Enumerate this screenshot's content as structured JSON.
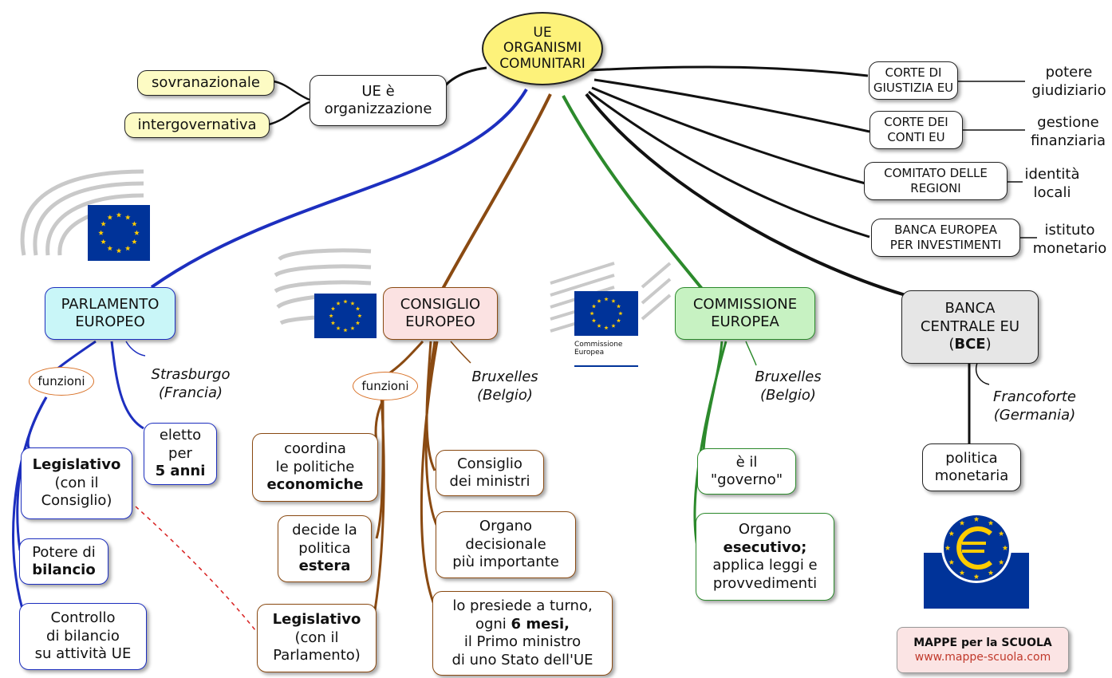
{
  "root": {
    "line1": "UE",
    "line2": "ORGANISMI",
    "line3": "COMUNITARI"
  },
  "ue_org": {
    "label": "UE è\norganizzazione",
    "types": [
      "sovranazionale",
      "intergovernativa"
    ]
  },
  "organs": [
    {
      "name": "CORTE DI\nGIUSTIZIA EU",
      "desc": "potere\ngiudiziario"
    },
    {
      "name": "CORTE DEI\nCONTI EU",
      "desc": "gestione\nfinanziaria"
    },
    {
      "name": "COMITATO DELLE\nREGIONI",
      "desc": "identità\nlocali"
    },
    {
      "name": "BANCA EUROPEA\nPER INVESTIMENTI",
      "desc": "istituto\nmonetario"
    }
  ],
  "parlamento": {
    "title": "PARLAMENTO\nEUROPEO",
    "funzioni": "funzioni",
    "sede": "Strasburgo\n(Francia)",
    "eletto": "eletto\nper",
    "eletto_bold": "5 anni",
    "f1_bold": "Legislativo",
    "f1_rest": "(con il\nConsiglio)",
    "f2_text": "Potere di",
    "f2_bold": "bilancio",
    "f3": "Controllo\ndi bilancio\nsu attività UE"
  },
  "consiglio": {
    "title": "CONSIGLIO\nEUROPEO",
    "funzioni": "funzioni",
    "sede": "Bruxelles\n(Belgio)",
    "coord_text": "coordina\nle politiche",
    "coord_bold": "economiche",
    "decide_text": "decide la\npolitica",
    "decide_bold": "estera",
    "leg_bold": "Legislativo",
    "leg_rest": "(con il\nParlamento)",
    "ministri": "Consiglio\ndei ministri",
    "organo": "Organo\ndecisionale\npiù importante",
    "presiede_1": "lo presiede a turno,",
    "presiede_2": "ogni",
    "presiede_bold": "6 mesi,",
    "presiede_3": "il Primo ministro\ndi uno Stato dell'UE"
  },
  "commissione": {
    "title": "COMMISSIONE\nEUROPEA",
    "sede": "Bruxelles\n(Belgio)",
    "governo": "è il\n\"governo\"",
    "org_1": "Organo",
    "org_bold": "esecutivo;",
    "org_2": "applica leggi e\nprovvedimenti",
    "logo_text": "Commissione\nEuropea"
  },
  "bce": {
    "title_1": "BANCA\nCENTRALE EU",
    "title_bold": "BCE",
    "sede": "Francoforte\n(Germania)",
    "politica": "politica\nmonetaria"
  },
  "badge": {
    "title": "MAPPE per la SCUOLA",
    "url": "www.mappe-scuola.com"
  },
  "colors": {
    "parlamento": "#1d2fbf",
    "consiglio": "#8a4a12",
    "commissione": "#2c8a2c",
    "eu_flag": "#003399",
    "eu_star": "#ffcc00",
    "root": "#fdf27a"
  }
}
